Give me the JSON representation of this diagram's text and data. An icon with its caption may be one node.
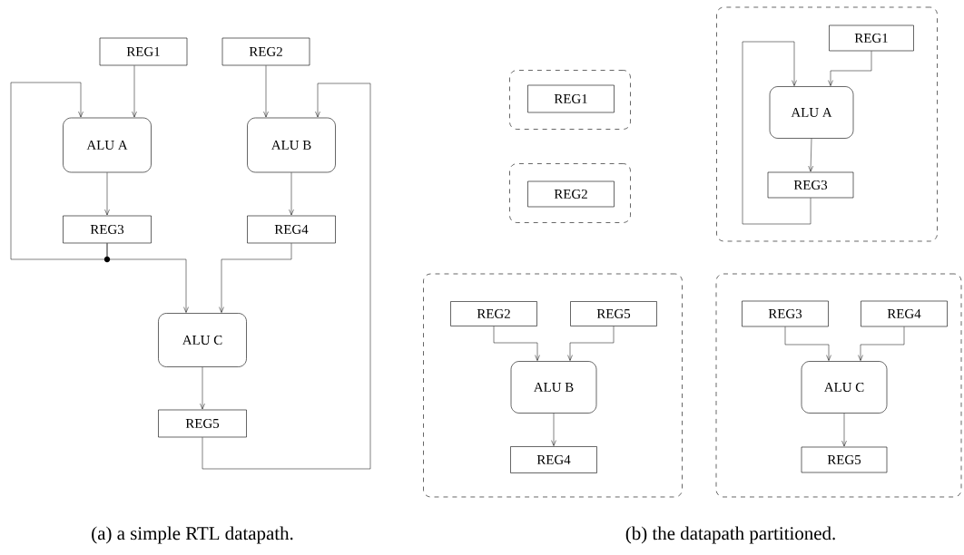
{
  "diagram": {
    "nodes": [
      {
        "text": [
          "REG1"
        ]
      },
      {
        "text": [
          "REG2"
        ]
      },
      {
        "text": [
          "ALU A"
        ]
      },
      {
        "text": [
          "ALU B"
        ]
      },
      {
        "text": [
          "REG3"
        ]
      },
      {
        "text": [
          "REG4"
        ]
      },
      {
        "text": [
          "ALU C"
        ]
      },
      {
        "text": [
          "REG5"
        ]
      },
      {
        "text": [],
        "shape": "box"
      },
      {
        "text": [
          "REG1"
        ],
        "in": 8
      },
      {
        "text": [],
        "shape": "box"
      },
      {
        "text": [
          "REG2"
        ],
        "in": 10
      },
      {
        "text": [],
        "shape": "box"
      },
      {
        "text": [
          "REG1"
        ],
        "in": 12
      },
      {
        "text": [
          "ALU A"
        ],
        "in": 12
      },
      {
        "text": [
          "REG3"
        ],
        "in": 12
      },
      {
        "text": [],
        "shape": "box"
      },
      {
        "text": [
          "REG2"
        ],
        "in": 16
      },
      {
        "text": [
          "REG5"
        ],
        "in": 16
      },
      {
        "text": [
          "ALU B"
        ],
        "in": 16
      },
      {
        "text": [
          "REG4"
        ],
        "in": 16
      },
      {
        "text": [],
        "shape": "box"
      },
      {
        "text": [
          "REG3"
        ],
        "in": 21
      },
      {
        "text": [
          "REG4"
        ],
        "in": 21
      },
      {
        "text": [
          "ALU C"
        ],
        "in": 21
      },
      {
        "text": [
          "REG5"
        ],
        "in": 21
      }
    ],
    "edges": [
      {
        "from": 0,
        "to": 2,
        "arrow": "to"
      },
      {
        "from": 4,
        "to": 2,
        "arrow": "to"
      },
      {
        "from": 2,
        "to": 4,
        "arrow": "to"
      },
      {
        "from": 1,
        "to": 3,
        "arrow": "to"
      },
      {
        "from": 7,
        "to": 3,
        "arrow": "to"
      },
      {
        "from": 3,
        "to": 5,
        "arrow": "to"
      },
      {
        "from": 4,
        "to": 6,
        "arrow": "to"
      },
      {
        "from": 5,
        "to": 6,
        "arrow": "to"
      },
      {
        "from": 6,
        "to": 7,
        "arrow": "to"
      },
      {
        "from": 13,
        "to": 14,
        "arrow": "to"
      },
      {
        "from": 15,
        "to": 14,
        "arrow": "to"
      },
      {
        "from": 14,
        "to": 15,
        "arrow": "to"
      },
      {
        "from": 17,
        "to": 19,
        "arrow": "to"
      },
      {
        "from": 18,
        "to": 19,
        "arrow": "to"
      },
      {
        "from": 19,
        "to": 20,
        "arrow": "to"
      },
      {
        "from": 22,
        "to": 24,
        "arrow": "to"
      },
      {
        "from": 23,
        "to": 24,
        "arrow": "to"
      },
      {
        "from": 24,
        "to": 25,
        "arrow": "to"
      }
    ],
    "labels": [
      "(a) a simple RTL datapath.",
      "(b) the datapath partitioned."
    ]
  }
}
